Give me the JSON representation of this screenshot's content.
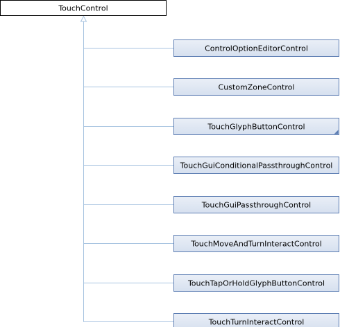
{
  "root": {
    "label": "TouchControl"
  },
  "children": [
    {
      "label": "ControlOptionEditorControl",
      "has_more": false
    },
    {
      "label": "CustomZoneControl",
      "has_more": false
    },
    {
      "label": "TouchGlyphButtonControl",
      "has_more": true
    },
    {
      "label": "TouchGuiConditionalPassthroughControl",
      "has_more": false
    },
    {
      "label": "TouchGuiPassthroughControl",
      "has_more": false
    },
    {
      "label": "TouchMoveAndTurnInteractControl",
      "has_more": false
    },
    {
      "label": "TouchTapOrHoldGlyphButtonControl",
      "has_more": false
    },
    {
      "label": "TouchTurnInteractControl",
      "has_more": false
    }
  ],
  "colors": {
    "root_fill": "#ffffff",
    "root_stroke": "#000000",
    "child_fill_top": "#eaeff7",
    "child_fill_bottom": "#d6e0ef",
    "child_stroke": "#5b7cb2",
    "edge": "#a7c3e0",
    "more_marker": "#5b7cb2"
  }
}
